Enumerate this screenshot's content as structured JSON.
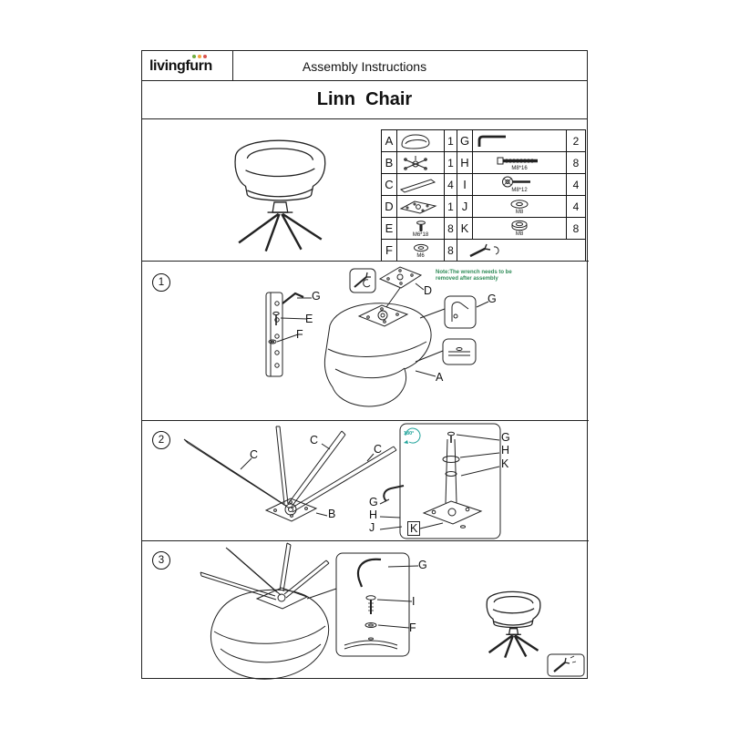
{
  "brand": {
    "name": "livingfurn",
    "dot_colors": [
      "#6fae3f",
      "#f2a33c",
      "#d9534f"
    ]
  },
  "header": {
    "title": "Assembly Instructions"
  },
  "product": {
    "title": "Linn  Chair"
  },
  "parts_table": {
    "rows": [
      {
        "l": "A",
        "lsize": "",
        "lqty": "1",
        "r": "G",
        "rsize": "",
        "rqty": "2"
      },
      {
        "l": "B",
        "lsize": "",
        "lqty": "1",
        "r": "H",
        "rsize": "M8*16",
        "rqty": "8"
      },
      {
        "l": "C",
        "lsize": "",
        "lqty": "4",
        "r": "I",
        "rsize": "M8*12",
        "rqty": "4"
      },
      {
        "l": "D",
        "lsize": "",
        "lqty": "1",
        "r": "J",
        "rsize": "M8",
        "rqty": "4"
      },
      {
        "l": "E",
        "lsize": "M6*18",
        "lqty": "8",
        "r": "K",
        "rsize": "M8",
        "rqty": "8"
      },
      {
        "l": "F",
        "lsize": "M6",
        "lqty": "8",
        "r": "",
        "rsize": "",
        "rqty": ""
      }
    ]
  },
  "step1": {
    "number": "1",
    "note1": "Note:The wrench needs to be",
    "note2": "removed after assembly",
    "note_color": "#2e8b57",
    "labels": {
      "g1": "G",
      "e": "E",
      "f": "F",
      "d": "D",
      "g2": "G",
      "a": "A"
    }
  },
  "step2": {
    "number": "2",
    "rotate": "180°",
    "accent": "#1fa39a",
    "labels": {
      "c1": "C",
      "c2": "C",
      "c3": "C",
      "b": "B",
      "g1": "G",
      "h1": "H",
      "k1": "K",
      "g2": "G",
      "h2": "H",
      "j": "J",
      "k2": "K"
    }
  },
  "step3": {
    "number": "3",
    "labels": {
      "g": "G",
      "i": "I",
      "f": "F"
    }
  }
}
